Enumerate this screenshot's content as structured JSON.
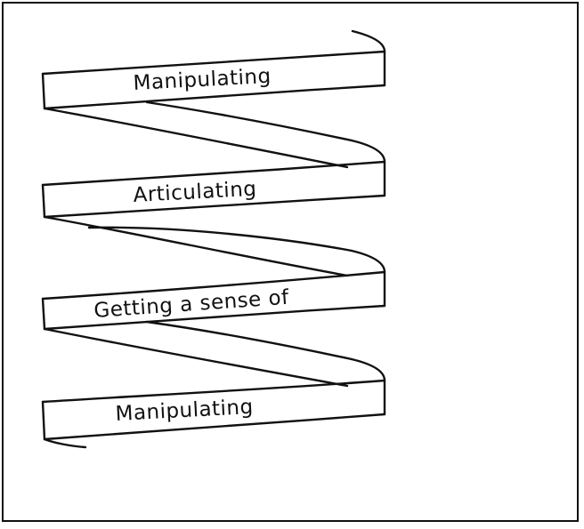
{
  "diagram": {
    "labels": [
      "Manipulating",
      "Articulating",
      "Getting a sense of",
      "Manipulating"
    ]
  },
  "colors": {
    "stroke": "#111111",
    "background": "#ffffff"
  }
}
